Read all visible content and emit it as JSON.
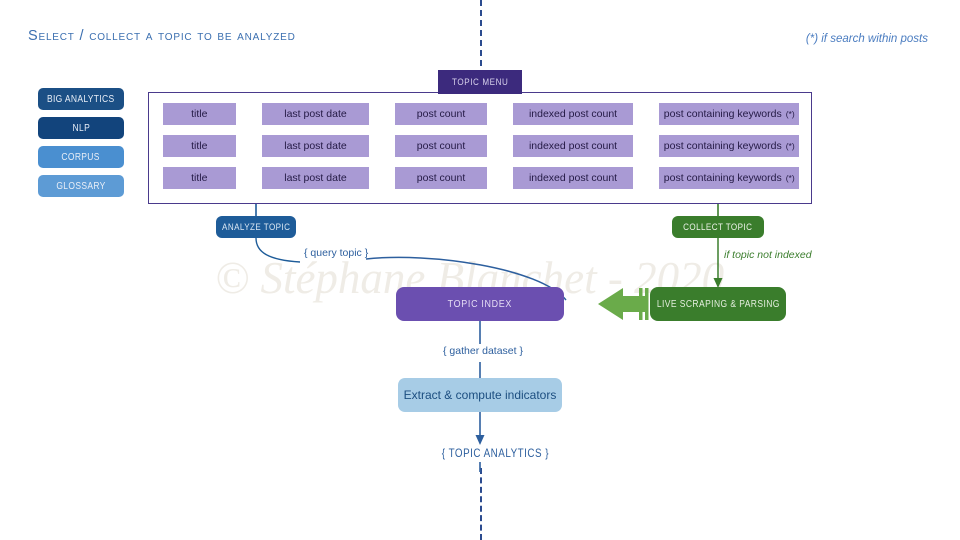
{
  "page": {
    "title": "Select / collect a topic to be analyzed",
    "footnote": "(*) if search within posts",
    "watermark": "© Stéphane Blanchet - 2020"
  },
  "colors": {
    "blue_dark": "#1b4f85",
    "blue_mid": "#1e5c99",
    "blue_light": "#4a8fd0",
    "purple_dark": "#3c2a7d",
    "purple_node": "#6b4fb0",
    "purple_cell": "#a99ad4",
    "green_dark": "#3a7d2c",
    "green_arrow": "#6aab4a",
    "blue_pale": "#a7cce6",
    "title_blue": "#3b6fb0"
  },
  "sidebar": {
    "items": [
      {
        "label": "BIG ANALYTICS",
        "color": "#1b4f85"
      },
      {
        "label": "NLP",
        "color": "#12447c"
      },
      {
        "label": "CORPUS",
        "color": "#4a8fd0"
      },
      {
        "label": "GLOSSARY",
        "color": "#5d9bd5"
      }
    ]
  },
  "topic_menu": {
    "header": "TOPIC MENU",
    "columns": [
      "title",
      "last post date",
      "post count",
      "indexed post count",
      "post containing keywords (*)"
    ],
    "rows": [
      {
        "title": "title",
        "last_post_date": "last post date",
        "post_count": "post count",
        "indexed_post_count": "indexed post count",
        "post_containing_keywords": "post containing keywords",
        "keywords_marker": "(*)"
      },
      {
        "title": "title",
        "last_post_date": "last post date",
        "post_count": "post count",
        "indexed_post_count": "indexed post count",
        "post_containing_keywords": "post containing keywords",
        "keywords_marker": "(*)"
      },
      {
        "title": "title",
        "last_post_date": "last post date",
        "post_count": "post count",
        "indexed_post_count": "indexed post count",
        "post_containing_keywords": "post containing keywords",
        "keywords_marker": "(*)"
      }
    ]
  },
  "actions": {
    "analyze_topic": "ANALYZE TOPIC",
    "collect_topic": "COLLECT TOPIC"
  },
  "nodes": {
    "topic_index": "TOPIC INDEX",
    "live_scraping": "LIVE SCRAPING & PARSING",
    "extract_compute": "Extract & compute indicators"
  },
  "flow_labels": {
    "query_topic": "{ query topic }",
    "gather_dataset": "{ gather dataset }",
    "topic_analytics": "{  TOPIC ANALYTICS }",
    "if_topic_not_indexed": "if topic not indexed"
  }
}
